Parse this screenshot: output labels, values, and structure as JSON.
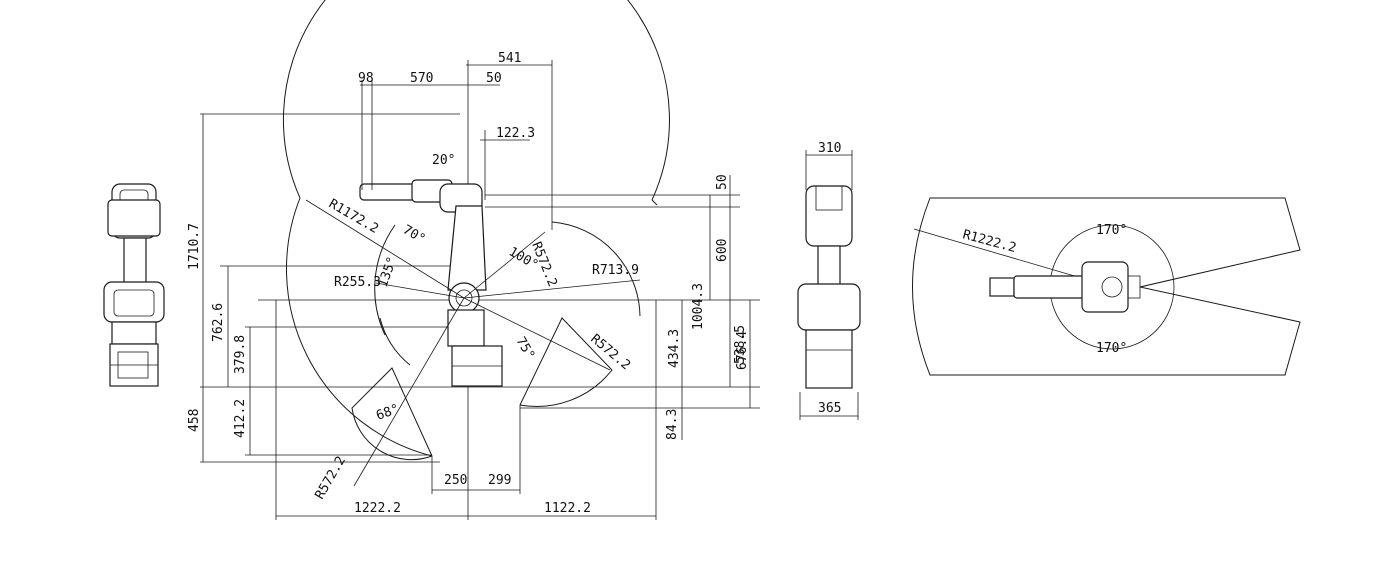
{
  "labels": {
    "d541": "541",
    "d98": "98",
    "d570": "570",
    "d50a": "50",
    "d122_3": "122.3",
    "a20": "20°",
    "r1172_2": "R1172.2",
    "a70": "70°",
    "d50b": "50",
    "r572_2a": "R572.2",
    "a100": "100°",
    "r713_9": "R713.9",
    "r255_3": "R255.3",
    "a135": "135°",
    "d600": "600",
    "d1710_7": "1710.7",
    "d762_6": "762.6",
    "d1004_3": "1004.3",
    "a75": "75°",
    "r572_2b": "R572.2",
    "d538_5": "538.5",
    "d676_4": "676.4",
    "d379_8": "379.8",
    "d434_3": "434.3",
    "a68": "68°",
    "d458": "458",
    "d412_2": "412.2",
    "d84_3": "84.3",
    "r572_2c": "R572.2",
    "d250": "250",
    "d299": "299",
    "d1222_2": "1222.2",
    "d1122_2": "1122.2",
    "d310": "310",
    "d365": "365",
    "r1222_2": "R1222.2",
    "a170a": "170°",
    "a170b": "170°"
  }
}
